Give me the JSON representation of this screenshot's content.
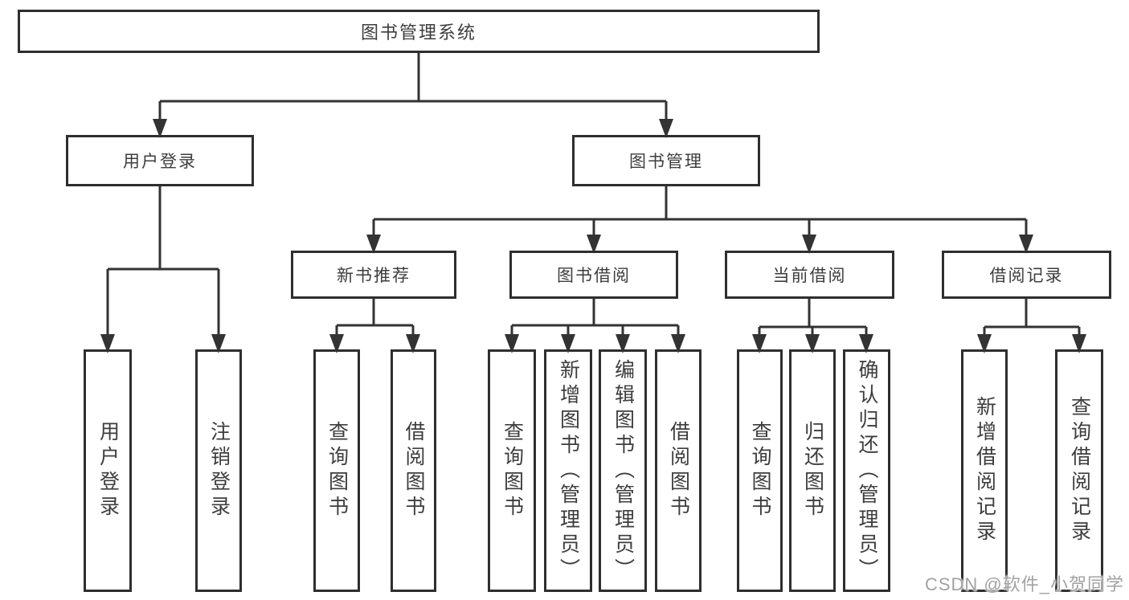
{
  "diagram": {
    "tree": {
      "label": "图书管理系统",
      "children": [
        {
          "label": "用户登录",
          "children": [
            {
              "label": "用户登录"
            },
            {
              "label": "注销登录"
            }
          ]
        },
        {
          "label": "图书管理",
          "children": [
            {
              "label": "新书推荐",
              "children": [
                {
                  "label": "查询图书"
                },
                {
                  "label": "借阅图书"
                }
              ]
            },
            {
              "label": "图书借阅",
              "children": [
                {
                  "label": "查询图书"
                },
                {
                  "label": "新增图书（管理员）"
                },
                {
                  "label": "编辑图书（管理员）"
                },
                {
                  "label": "借阅图书"
                }
              ]
            },
            {
              "label": "当前借阅",
              "children": [
                {
                  "label": "查询图书"
                },
                {
                  "label": "归还图书"
                },
                {
                  "label": "确认归还（管理员）"
                }
              ]
            },
            {
              "label": "借阅记录",
              "children": [
                {
                  "label": "新增借阅记录"
                },
                {
                  "label": "查询借阅记录"
                }
              ]
            }
          ]
        }
      ]
    },
    "colors": {
      "line": "#333333",
      "box_border": "#2e2e2e",
      "box_fill": "#ffffff",
      "text": "#3d3d3d",
      "watermark": "#a2a2a2"
    }
  },
  "watermark": {
    "text": "CSDN @软件_小贺同学"
  }
}
